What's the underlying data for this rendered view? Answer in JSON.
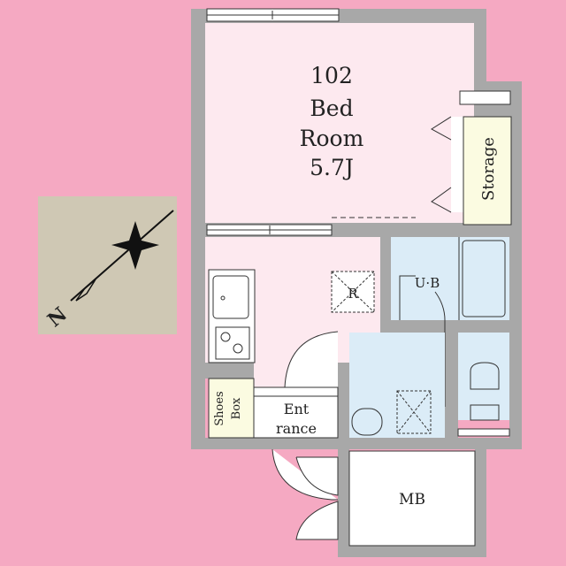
{
  "floorplan": {
    "unit_number": "102",
    "rooms": {
      "bedroom": {
        "line1": "Bed",
        "line2": "Room",
        "size": "5.7J"
      },
      "storage": "Storage",
      "unit_bath": "U·B",
      "refrigerator": "R",
      "shoes_box": {
        "line1": "Shoes",
        "line2": "Box"
      },
      "entrance": {
        "line1": "Ent",
        "line2": "rance"
      },
      "meter_box": "MB"
    },
    "compass": {
      "north_label": "N"
    }
  },
  "colors": {
    "background": "#f5a9c2",
    "wall": "#a8a8a8",
    "bedroom_floor": "#fde9ef",
    "wet_area": "#dbecf7",
    "storage": "#fbfbe1",
    "compass_panel": "#cfc8b4"
  }
}
